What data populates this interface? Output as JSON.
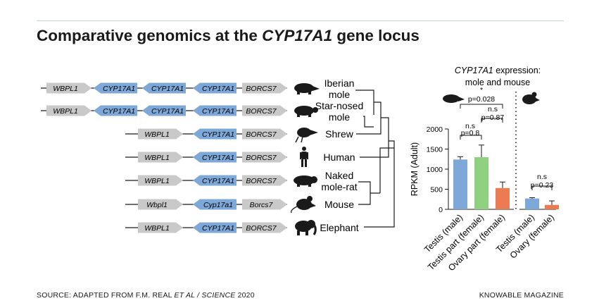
{
  "title": {
    "prefix": "Comparative genomics at the ",
    "gene": "CYP17A1",
    "suffix": " gene locus"
  },
  "footer": {
    "source_prefix": "SOURCE: ADAPTED FROM F.M. REAL ",
    "source_italic": "ET AL / SCIENCE",
    "source_suffix": " 2020",
    "credit": "KNOWABLE MAGAZINE"
  },
  "species": [
    {
      "name_lines": [
        "Iberian",
        "mole"
      ],
      "silhouette": "mole-silhouette",
      "genes": [
        "WBPL1",
        "CYP17A1",
        "CYP17A1",
        "CYP17A1",
        "BORCS7"
      ]
    },
    {
      "name_lines": [
        "Star-nosed",
        "mole"
      ],
      "silhouette": "star-nosed-mole-silhouette",
      "genes": [
        "WBPL1",
        "CYP17A1",
        "CYP17A1",
        "CYP17A1",
        "BORCS7"
      ]
    },
    {
      "name_lines": [
        "Shrew"
      ],
      "silhouette": "shrew-silhouette",
      "genes": [
        "WBPL1",
        "CYP17A1",
        "BORCS7"
      ]
    },
    {
      "name_lines": [
        "Human"
      ],
      "silhouette": "human-silhouette",
      "genes": [
        "WBPL1",
        "CYP17A1",
        "BORCS7"
      ]
    },
    {
      "name_lines": [
        "Naked",
        "mole-rat"
      ],
      "silhouette": "naked-mole-rat-silhouette",
      "genes": [
        "WBPL1",
        "CYP17A1",
        "BORCS7"
      ]
    },
    {
      "name_lines": [
        "Mouse"
      ],
      "silhouette": "mouse-silhouette",
      "genes": [
        "Wbpl1",
        "Cyp17a1",
        "Borcs7"
      ]
    },
    {
      "name_lines": [
        "Elephant"
      ],
      "silhouette": "elephant-silhouette",
      "genes": [
        "WBPL1",
        "CYP17A1",
        "BORCS7"
      ]
    }
  ],
  "colors": {
    "flank_gene": "#c9c9c9",
    "target_gene": "#7ea8d8",
    "rule": "#b9d9d6"
  },
  "chart_data": {
    "type": "bar",
    "title_gene": "CYP17A1",
    "title_rest": " expression:",
    "subtitle": "mole and mouse",
    "ylabel": "RPKM (Adult)",
    "ylim": [
      0,
      2000
    ],
    "yticks": [
      0,
      500,
      1000,
      1500,
      2000
    ],
    "groups": [
      {
        "animal": "mole-silhouette",
        "bars": [
          {
            "category": "Testis (male)",
            "value": 1240,
            "error": 70,
            "color": "#7ea8d8"
          },
          {
            "category": "Testis part (female)",
            "value": 1300,
            "error": 300,
            "color": "#8fd17e"
          },
          {
            "category": "Ovary part (female)",
            "value": 530,
            "error": 150,
            "color": "#ec7a52"
          }
        ]
      },
      {
        "animal": "mouse-silhouette",
        "bars": [
          {
            "category": "Testis (male)",
            "value": 270,
            "error": 20,
            "color": "#7ea8d8"
          },
          {
            "category": "Ovary (female)",
            "value": 110,
            "error": 100,
            "color": "#ec7a52"
          }
        ]
      }
    ],
    "annotations": [
      {
        "between": [
          0,
          1
        ],
        "text": "n.s"
      },
      {
        "between": [
          0,
          1
        ],
        "text": "p=0.8"
      },
      {
        "between": [
          1,
          2
        ],
        "text": "n.s"
      },
      {
        "between": [
          1,
          2
        ],
        "text": "p=0.87"
      },
      {
        "between": [
          0,
          2
        ],
        "text": "*"
      },
      {
        "between": [
          0,
          2
        ],
        "text": "p=0.028"
      },
      {
        "between": [
          3,
          4
        ],
        "text": "n.s"
      },
      {
        "between": [
          3,
          4
        ],
        "text": "p=0.23"
      }
    ]
  }
}
